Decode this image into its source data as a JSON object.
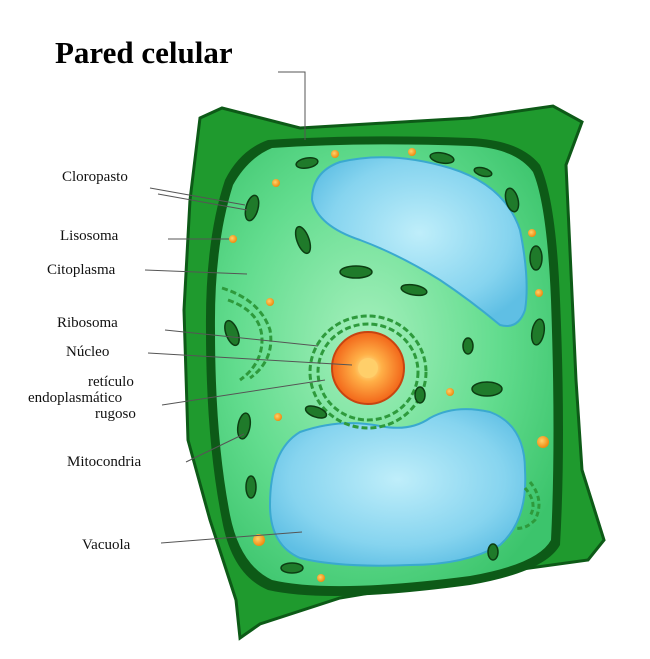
{
  "title": "Pared celular",
  "labels": {
    "cloroplasto": "Cloropasto",
    "lisosoma": "Lisosoma",
    "citoplasma": "Citoplasma",
    "ribosoma": "Ribosoma",
    "nucleo": "Núcleo",
    "reticulo_1": "retículo",
    "reticulo_2": "endoplasmático",
    "reticulo_3": "rugoso",
    "mitocondria": "Mitocondria",
    "vacuola": "Vacuola"
  },
  "colors": {
    "cell_wall": "#1f9a2e",
    "cell_wall_dark": "#0d5a17",
    "cytoplasm": "#58d888",
    "vacuole": "#7fd0ee",
    "nucleus": "#f26a1b",
    "lysosome": "#f5a020",
    "chloroplast": "#1f7a2a"
  }
}
